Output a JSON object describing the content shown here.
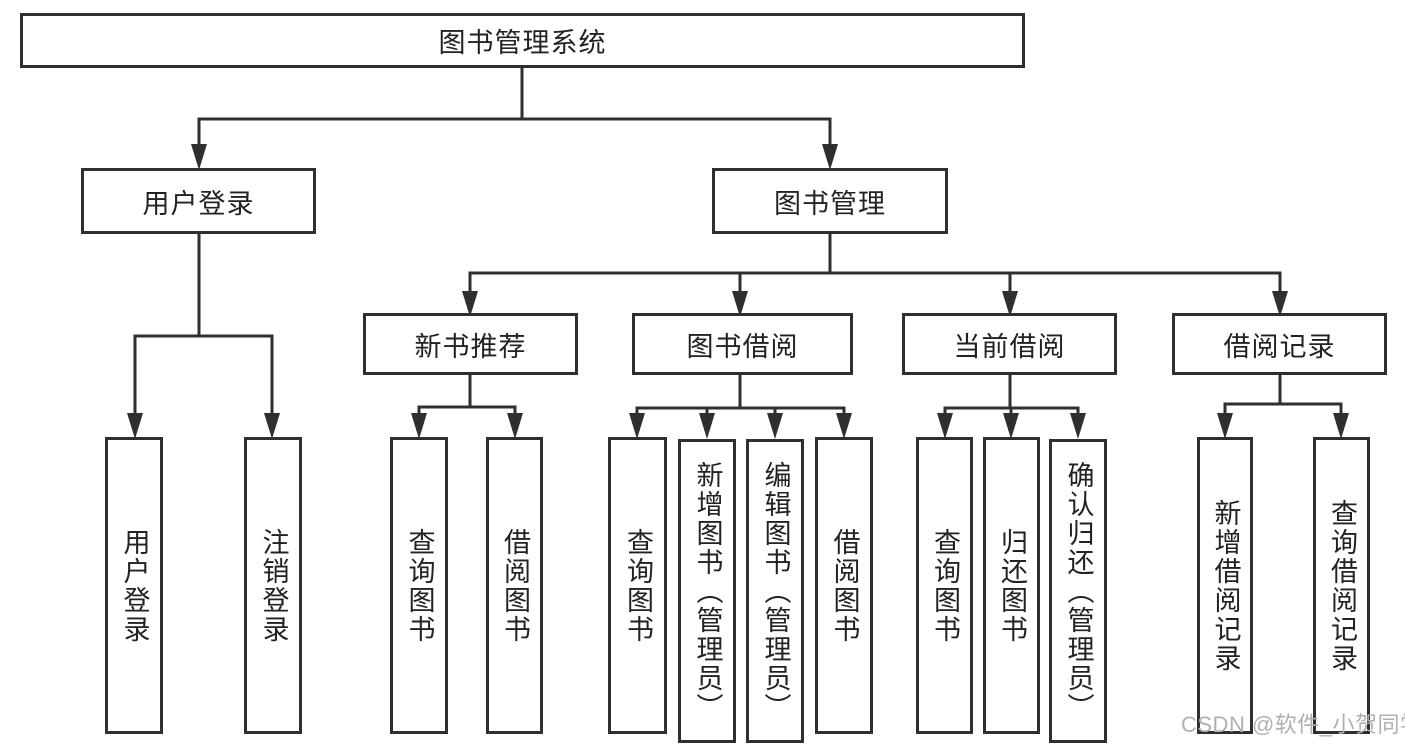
{
  "diagram_title": "图书管理系统",
  "nodes": {
    "root": "图书管理系统",
    "l2": {
      "user": "用户登录",
      "mgmt": "图书管理"
    },
    "l3": {
      "newbook": "新书推荐",
      "borrow": "图书借阅",
      "current": "当前借阅",
      "records": "借阅记录"
    },
    "leaves": {
      "user": [
        "用户登录",
        "注销登录"
      ],
      "newbook": [
        "查询图书",
        "借阅图书"
      ],
      "borrow": [
        "查询图书",
        "新增图书（管理员）",
        "编辑图书（管理员）",
        "借阅图书"
      ],
      "current": [
        "查询图书",
        "归还图书",
        "确认归还（管理员）"
      ],
      "records": [
        "新增借阅记录",
        "查询借阅记录"
      ]
    }
  },
  "watermark": "CSDN @软件_小贺同学",
  "colors": {
    "line": "#2f2f2f",
    "border": "#2f2f2f",
    "text": "#222222",
    "background": "#ffffff",
    "watermark": "#b0b0b0"
  }
}
